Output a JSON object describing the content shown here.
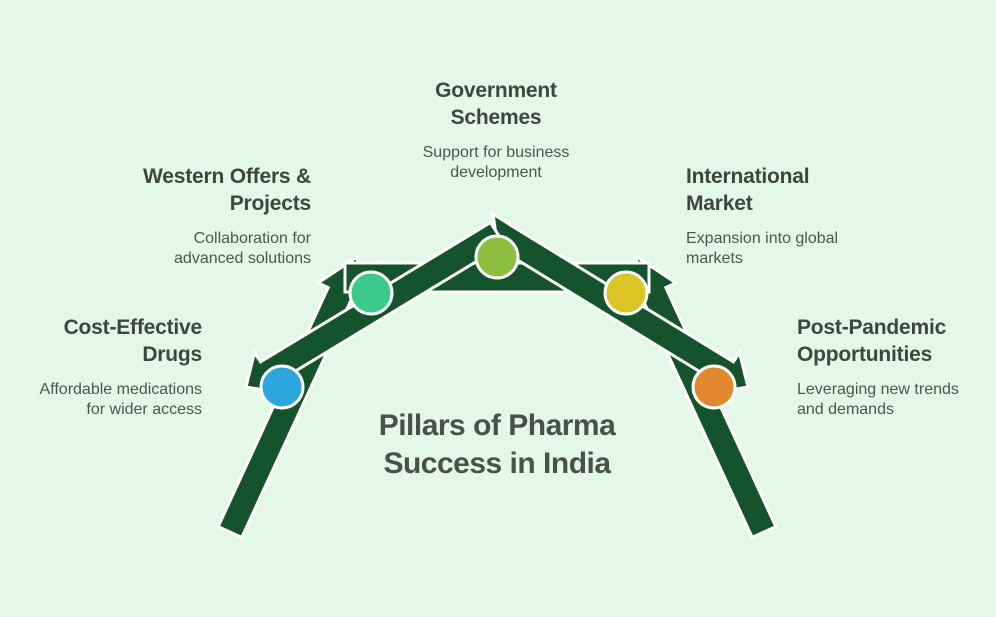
{
  "title": {
    "lines": [
      "Pillars of Pharma",
      "Success in India"
    ]
  },
  "colors": {
    "background": "#e4f8e7",
    "arch_green": "#14532b",
    "outline_white": "#ffffff",
    "heading_text": "#3e4542",
    "body_text": "#4d554f",
    "title_text": "#4a504b"
  },
  "pillars": [
    {
      "id": "cost-effective-drugs",
      "heading_lines": [
        "Cost-Effective",
        "Drugs"
      ],
      "body_lines": [
        "Affordable medications",
        "for wider access"
      ],
      "dot_color": "#2ba7dd"
    },
    {
      "id": "western-offers-projects",
      "heading_lines": [
        "Western Offers &",
        "Projects"
      ],
      "body_lines": [
        "Collaboration for",
        "advanced solutions"
      ],
      "dot_color": "#3ec98c"
    },
    {
      "id": "government-schemes",
      "heading_lines": [
        "Government",
        "Schemes"
      ],
      "body_lines": [
        "Support for business",
        "development"
      ],
      "dot_color": "#8cbf3f"
    },
    {
      "id": "international-market",
      "heading_lines": [
        "International",
        "Market"
      ],
      "body_lines": [
        "Expansion into global",
        "markets"
      ],
      "dot_color": "#d9c526"
    },
    {
      "id": "post-pandemic-opportunities",
      "heading_lines": [
        "Leveraging new trends",
        "and demands"
      ],
      "dot_color": "#e2892f",
      "heading_lines_fix": [
        "Post-Pandemic",
        "Opportunities"
      ]
    }
  ]
}
